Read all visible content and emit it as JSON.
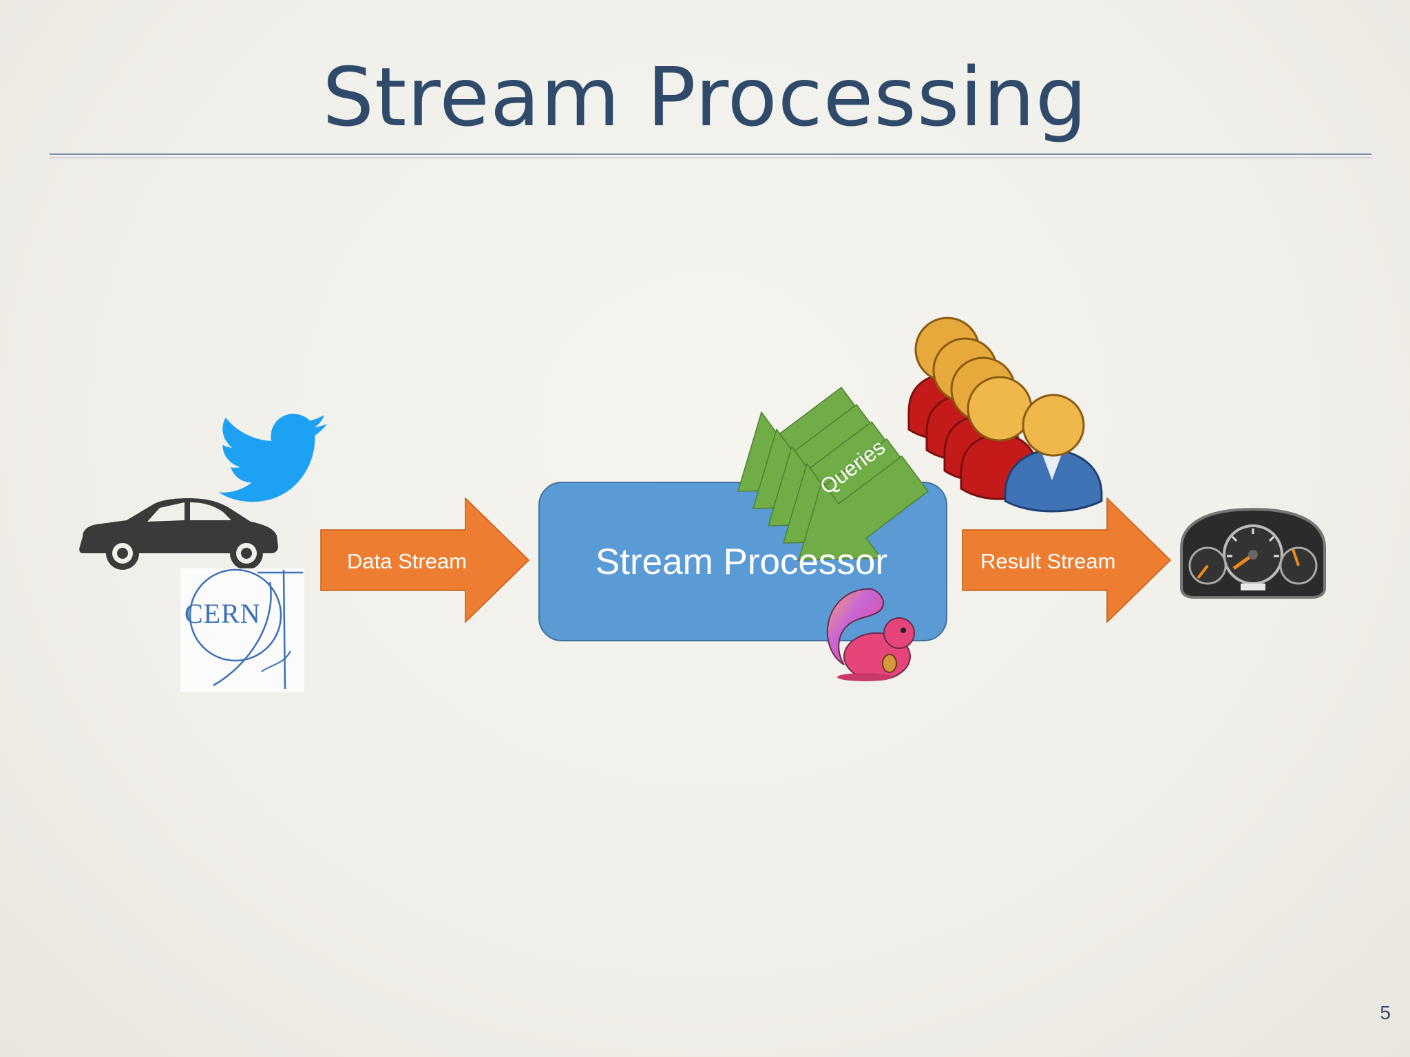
{
  "slide": {
    "title": "Stream Processing",
    "page_number": "5"
  },
  "diagram": {
    "data_stream_label": "Data Stream",
    "processor_label": "Stream Processor",
    "queries_label": "Queries",
    "result_stream_label": "Result Stream",
    "cern_logo_text": "CERN",
    "sources": [
      "twitter-bird-icon",
      "car-icon",
      "cern-logo-icon"
    ],
    "engine_icon": "flink-squirrel-icon",
    "users_icon": "users-group-icon",
    "output_icon": "dashboard-gauge-icon"
  },
  "colors": {
    "title": "#2f4a6a",
    "arrow": "#ed7d31",
    "processor": "#5b9bd5",
    "queries": "#70ad47",
    "twitter": "#1da1f2",
    "cern": "#3b6fb6"
  }
}
